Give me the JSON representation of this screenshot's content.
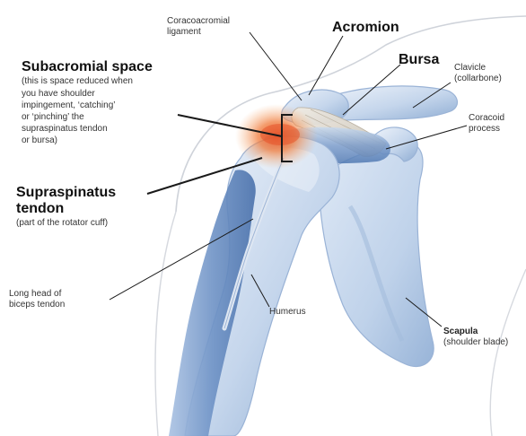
{
  "labels": {
    "coracoacromial_ligament": [
      "Coracoacromial",
      "ligament"
    ],
    "acromion": "Acromion",
    "bursa": "Bursa",
    "subacromial_space": {
      "title": "Subacromial space",
      "note": [
        "(this is space reduced when",
        "you have shoulder",
        "impingement, ‘catching’",
        "or ‘pinching’ the",
        "supraspinatus tendon",
        "or bursa)"
      ]
    },
    "clavicle": [
      "Clavicle",
      "(collarbone)"
    ],
    "coracoid_process": [
      "Coracoid",
      "process"
    ],
    "supraspinatus_tendon": {
      "title": [
        "Supraspinatus",
        "tendon"
      ],
      "note": "(part of the rotator cuff)"
    },
    "long_head_biceps": [
      "Long head of",
      "biceps tendon"
    ],
    "humerus": "Humerus",
    "scapula": {
      "title": "Scapula",
      "note": "(shoulder blade)"
    }
  },
  "colors": {
    "bone_light": "#e6eef8",
    "bone_mid": "#b9cde6",
    "bone_dark": "#7f9fc8",
    "muscle": "#5f86bd",
    "inflammation": "#e8552a",
    "leader_line": "#1a1a1a",
    "body_outline": "#c8ccd4"
  }
}
